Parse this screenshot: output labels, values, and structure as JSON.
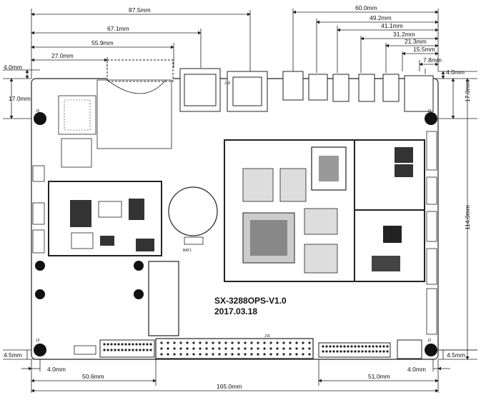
{
  "board": {
    "name": "SX-3288OPS-V1.0",
    "date": "2017.03.18"
  },
  "dimensions": {
    "top": [
      "87.5mm",
      "67.1mm",
      "55.9mm",
      "27.0mm",
      "60.0mm",
      "49.2mm",
      "41.1mm",
      "31.2mm",
      "21.3mm",
      "15.5mm",
      "7.8mm"
    ],
    "side_left_top": [
      "4.0mm",
      "17.0mm"
    ],
    "side_right_top": [
      "4.0mm",
      "17.0mm"
    ],
    "side_right_height": "114.0mm",
    "bottom_left": [
      "4.5mm",
      "4.0mm"
    ],
    "bottom_right": [
      "4.5mm",
      "4.0mm"
    ],
    "bottom": [
      "50.6mm",
      "51.0mm",
      "165.0mm"
    ]
  },
  "labels": {
    "hole_tl": "J5",
    "hole_tr": "J4",
    "hole_bl": "J3",
    "hole_br": "J2",
    "conn_top": "J18",
    "conn_bottom": "J15",
    "battery": "BAT1"
  }
}
